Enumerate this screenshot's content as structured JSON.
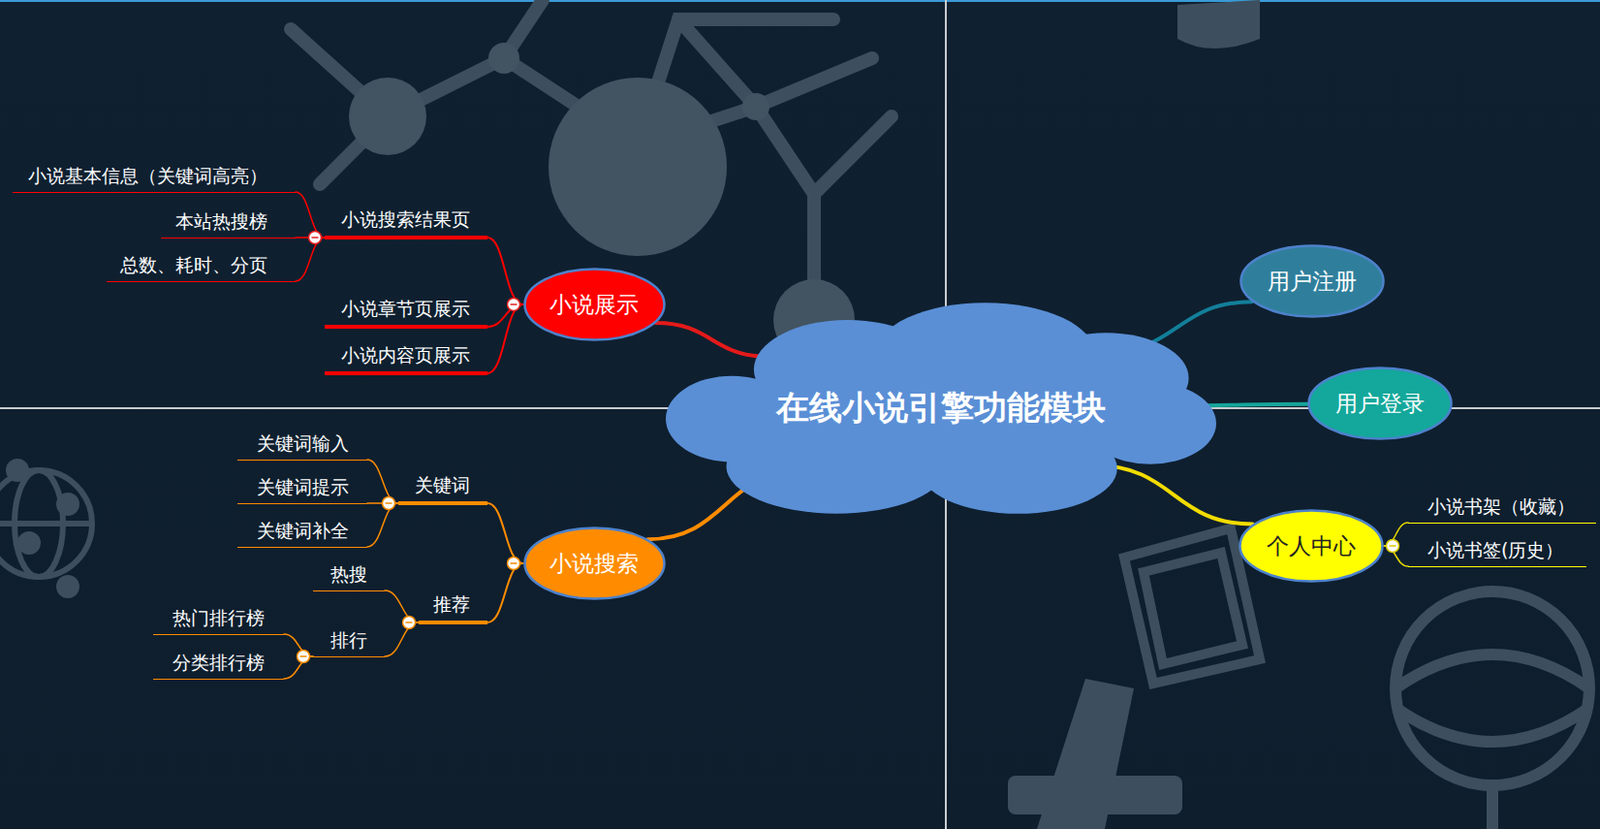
{
  "diagram": {
    "nodes": [
      {
        "text": [
          "在线小说引擎功能模块"
        ]
      },
      {
        "text": [
          "小说展示"
        ]
      },
      {
        "text": [
          "小说搜索结果页"
        ]
      },
      {
        "text": [
          "小说基本信息（关键词高亮）"
        ]
      },
      {
        "text": [
          "本站热搜榜"
        ]
      },
      {
        "text": [
          "总数、耗时、分页"
        ]
      },
      {
        "text": [
          "小说章节页展示"
        ]
      },
      {
        "text": [
          "小说内容页展示"
        ]
      },
      {
        "text": [
          "小说搜索"
        ]
      },
      {
        "text": [
          "关键词"
        ]
      },
      {
        "text": [
          "关键词输入"
        ]
      },
      {
        "text": [
          "关键词提示"
        ]
      },
      {
        "text": [
          "关键词补全"
        ]
      },
      {
        "text": [
          "推荐"
        ]
      },
      {
        "text": [
          "热搜"
        ]
      },
      {
        "text": [
          "排行"
        ]
      },
      {
        "text": [
          "热门排行榜"
        ]
      },
      {
        "text": [
          "分类排行榜"
        ]
      },
      {
        "text": [
          "用户注册"
        ]
      },
      {
        "text": [
          "用户登录"
        ]
      },
      {
        "text": [
          "个人中心"
        ]
      },
      {
        "text": [
          "小说书架（收藏）"
        ]
      },
      {
        "text": [
          "小说书签(历史）"
        ]
      }
    ],
    "edges": [
      {
        "from": 0,
        "to": 1,
        "arrow": "none"
      },
      {
        "from": 1,
        "to": 2,
        "arrow": "none"
      },
      {
        "from": 2,
        "to": 3,
        "arrow": "none"
      },
      {
        "from": 2,
        "to": 4,
        "arrow": "none"
      },
      {
        "from": 2,
        "to": 5,
        "arrow": "none"
      },
      {
        "from": 1,
        "to": 6,
        "arrow": "none"
      },
      {
        "from": 1,
        "to": 7,
        "arrow": "none"
      },
      {
        "from": 0,
        "to": 8,
        "arrow": "none"
      },
      {
        "from": 8,
        "to": 9,
        "arrow": "none"
      },
      {
        "from": 9,
        "to": 10,
        "arrow": "none"
      },
      {
        "from": 9,
        "to": 11,
        "arrow": "none"
      },
      {
        "from": 9,
        "to": 12,
        "arrow": "none"
      },
      {
        "from": 8,
        "to": 13,
        "arrow": "none"
      },
      {
        "from": 13,
        "to": 14,
        "arrow": "none"
      },
      {
        "from": 13,
        "to": 15,
        "arrow": "none"
      },
      {
        "from": 15,
        "to": 16,
        "arrow": "none"
      },
      {
        "from": 15,
        "to": 17,
        "arrow": "none"
      },
      {
        "from": 0,
        "to": 18,
        "arrow": "none"
      },
      {
        "from": 0,
        "to": 19,
        "arrow": "none"
      },
      {
        "from": 0,
        "to": 20,
        "arrow": "none"
      },
      {
        "from": 20,
        "to": 21,
        "arrow": "none"
      },
      {
        "from": 20,
        "to": 22,
        "arrow": "none"
      }
    ]
  }
}
